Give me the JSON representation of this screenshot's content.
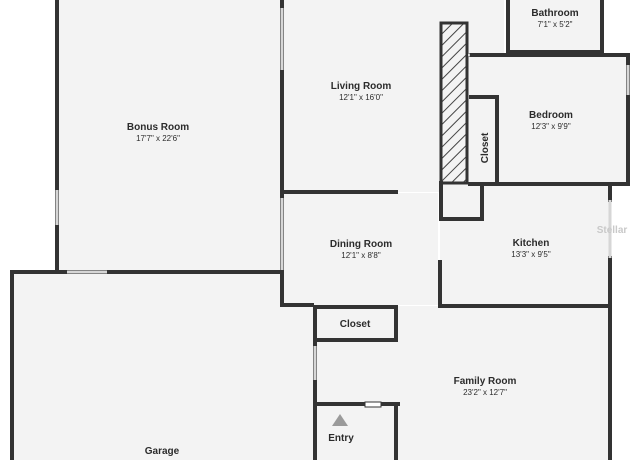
{
  "colors": {
    "floor": "#f3f3f3",
    "wall": "#333333",
    "opening": "#d6d6d6",
    "hatch": "#444444",
    "entry_marker": "#9a9a9a",
    "watermark": "#c9c9c9"
  },
  "rooms": {
    "bathroom": {
      "name": "Bathroom",
      "dims": "7'1\" x 5'2\""
    },
    "living_room": {
      "name": "Living Room",
      "dims": "12'1\" x 16'0\""
    },
    "bonus_room": {
      "name": "Bonus Room",
      "dims": "17'7\" x 22'6\""
    },
    "bedroom": {
      "name": "Bedroom",
      "dims": "12'3\" x 9'9\""
    },
    "bedroom_closet": {
      "name": "Closet"
    },
    "dining_room": {
      "name": "Dining Room",
      "dims": "12'1\" x 8'8\""
    },
    "kitchen": {
      "name": "Kitchen",
      "dims": "13'3\" x 9'5\""
    },
    "hall_closet": {
      "name": "Closet"
    },
    "family_room": {
      "name": "Family Room",
      "dims": "23'2\" x 12'7\""
    },
    "entry": {
      "name": "Entry"
    },
    "garage": {
      "name": "Garage"
    }
  },
  "watermark": {
    "text": "Stellar"
  }
}
